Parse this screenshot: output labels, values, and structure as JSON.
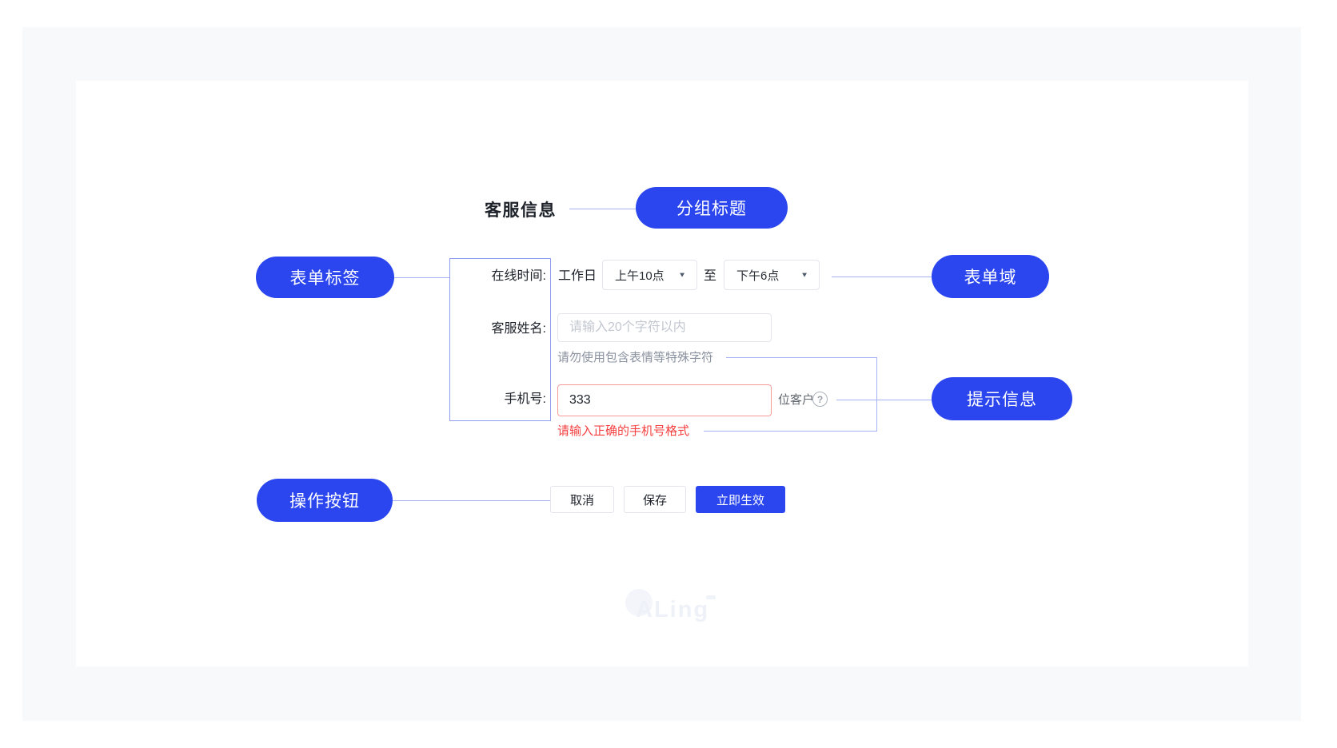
{
  "colors": {
    "accent": "#2b46ee",
    "connector": "#a6b2f5",
    "labels_outline": "#8e9cf1",
    "error_text": "#f53f3f",
    "error_border": "#f79a97",
    "panel_background": "#f8f9fb"
  },
  "group": {
    "title": "客服信息"
  },
  "annotations": {
    "group_title": "分组标题",
    "form_label": "表单标签",
    "form_field": "表单域",
    "hint": "提示信息",
    "actions": "操作按钮"
  },
  "form": {
    "online_time": {
      "label": "在线时间:",
      "prefix": "工作日",
      "start_value": "上午10点",
      "separator": "至",
      "end_value": "下午6点"
    },
    "name": {
      "label": "客服姓名:",
      "placeholder": "请输入20个字符以内",
      "helper": "请勿使用包含表情等特殊字符"
    },
    "phone": {
      "label": "手机号:",
      "value": "333",
      "suffix": "位客户",
      "error": "请输入正确的手机号格式"
    }
  },
  "buttons": {
    "cancel": "取消",
    "save": "保存",
    "apply": "立即生效"
  },
  "icons": {
    "question_circle": "?",
    "chevron_down": "▼"
  },
  "watermark": "ALing"
}
